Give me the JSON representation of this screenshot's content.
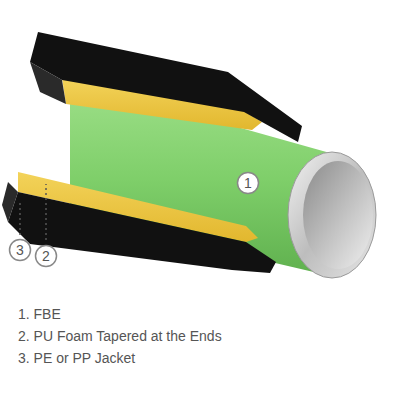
{
  "diagram": {
    "nodes": [
      {
        "text": [
          "1"
        ]
      },
      {
        "text": [
          "3"
        ]
      },
      {
        "text": [
          "2"
        ]
      }
    ],
    "labels": [
      "1. FBE",
      "2. PU Foam Tapered at the Ends",
      "3. PE or PP Jacket"
    ]
  }
}
